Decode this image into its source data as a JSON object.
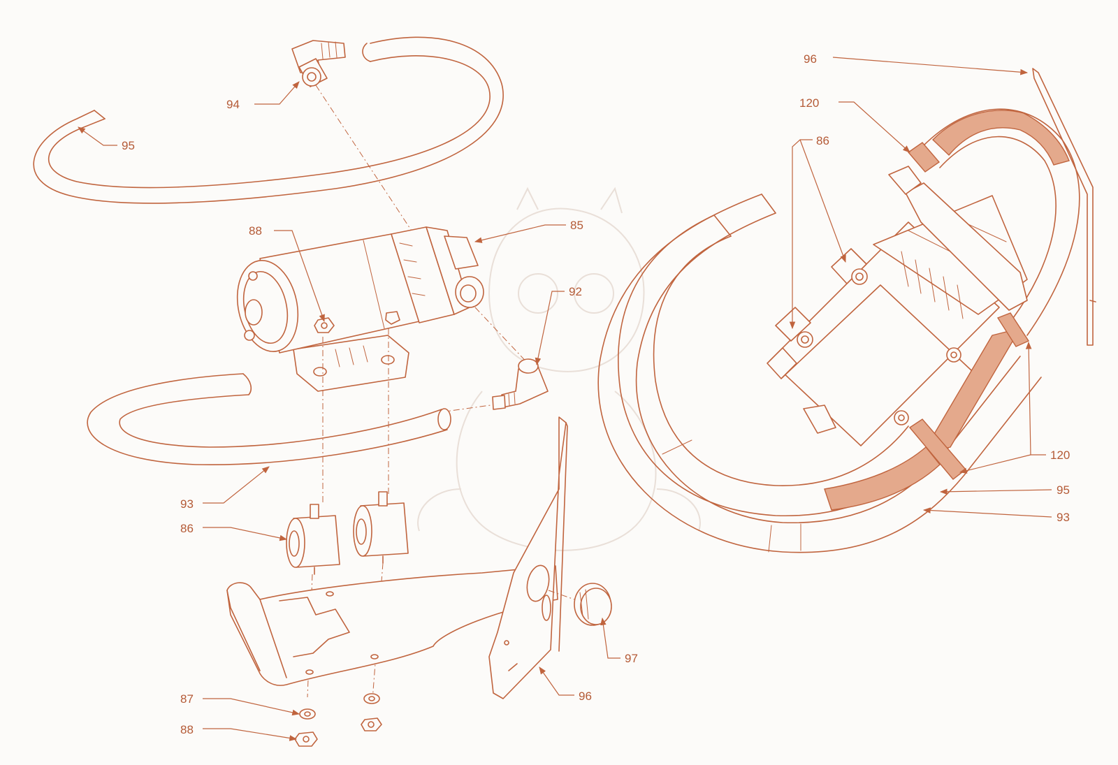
{
  "callouts": [
    {
      "id": "c94",
      "text": "94"
    },
    {
      "id": "c95a",
      "text": "95"
    },
    {
      "id": "c88a",
      "text": "88"
    },
    {
      "id": "c85",
      "text": "85"
    },
    {
      "id": "c92",
      "text": "92"
    },
    {
      "id": "c93a",
      "text": "93"
    },
    {
      "id": "c86a",
      "text": "86"
    },
    {
      "id": "c87",
      "text": "87"
    },
    {
      "id": "c88b",
      "text": "88"
    },
    {
      "id": "c96a",
      "text": "96"
    },
    {
      "id": "c97",
      "text": "97"
    },
    {
      "id": "c96b",
      "text": "96"
    },
    {
      "id": "c120a",
      "text": "120"
    },
    {
      "id": "c86b",
      "text": "86"
    },
    {
      "id": "c120b",
      "text": "120"
    },
    {
      "id": "c95b",
      "text": "95"
    },
    {
      "id": "c93b",
      "text": "93"
    }
  ],
  "colors": {
    "line": "#c0643e",
    "band": "#e4a98c",
    "paper": "#fcfbf9"
  }
}
